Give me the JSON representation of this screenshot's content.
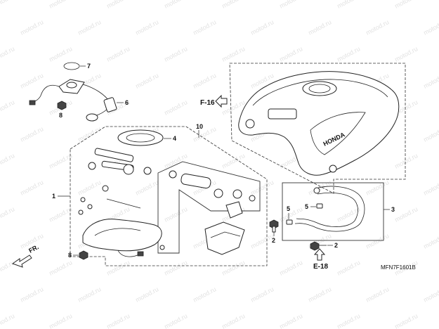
{
  "diagram": {
    "callouts": {
      "p1": "1",
      "p2a": "2",
      "p2b": "2",
      "p3": "3",
      "p4": "4",
      "p5a": "5",
      "p5b": "5",
      "p6": "6",
      "p7": "7",
      "p8a": "8",
      "p8b": "8",
      "p10": "10"
    },
    "refs": {
      "f16": "F-16",
      "e18": "E-18",
      "fr": "FR."
    },
    "diagram_code": "MFN7F1601B",
    "brand_text": "HONDA",
    "watermark": "motod.ru",
    "colors": {
      "line": "#222222",
      "watermark": "#e2e2e2",
      "background": "#ffffff"
    }
  }
}
